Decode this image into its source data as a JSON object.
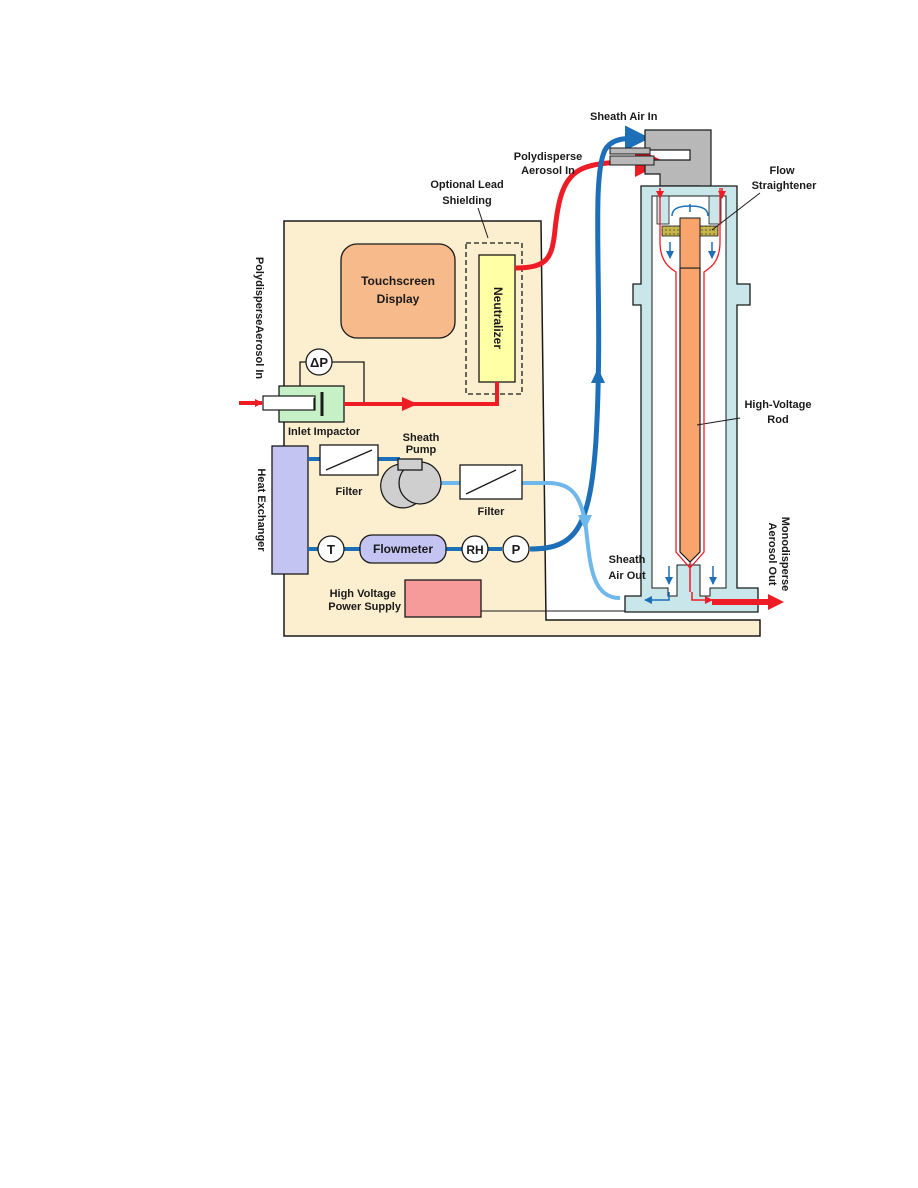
{
  "labels": {
    "sheath_air_in": "Sheath Air In",
    "polydisperse_aerosol_in_top_1": "Polydisperse",
    "polydisperse_aerosol_in_top_2": "Aerosol In",
    "optional_lead_1": "Optional Lead",
    "optional_lead_2": "Shielding",
    "flow_straightener_1": "Flow",
    "flow_straightener_2": "Straightener",
    "touchscreen_1": "Touchscreen",
    "touchscreen_2": "Display",
    "neutralizer": "Neutralizer",
    "polydisperse_aerosol_in_side": "PolydisperseAerosol In",
    "delta_p": "ΔP",
    "inlet_impactor": "Inlet Impactor",
    "sheath_pump_1": "Sheath",
    "sheath_pump_2": "Pump",
    "heat_exchanger": "Heat Exchanger",
    "filter_1": "Filter",
    "filter_2": "Filter",
    "t": "T",
    "flowmeter": "Flowmeter",
    "rh": "RH",
    "p": "P",
    "high_voltage_rod_1": "High-Voltage",
    "high_voltage_rod_2": "Rod",
    "sheath_air_out_1": "Sheath",
    "sheath_air_out_2": "Air Out",
    "monodisperse_1": "Monodisperse",
    "monodisperse_2": "Aerosol Out",
    "hv_power_1": "High Voltage",
    "hv_power_2": "Power Supply"
  },
  "colors": {
    "cabinet": "#fcefcf",
    "aerosol_red": "#ee1c25",
    "sheath_dark_blue": "#1d6fb8",
    "sheath_light_blue": "#6fb8ec",
    "column_teal": "#c9e6ea",
    "rod_orange": "#f9a36d",
    "touchscreen": "#f7bb8b",
    "neutralizer": "#ffffa6",
    "heat_exchanger": "#c3c4f2",
    "impactor": "#c6f0c6",
    "hv_supply": "#f79a9a"
  }
}
